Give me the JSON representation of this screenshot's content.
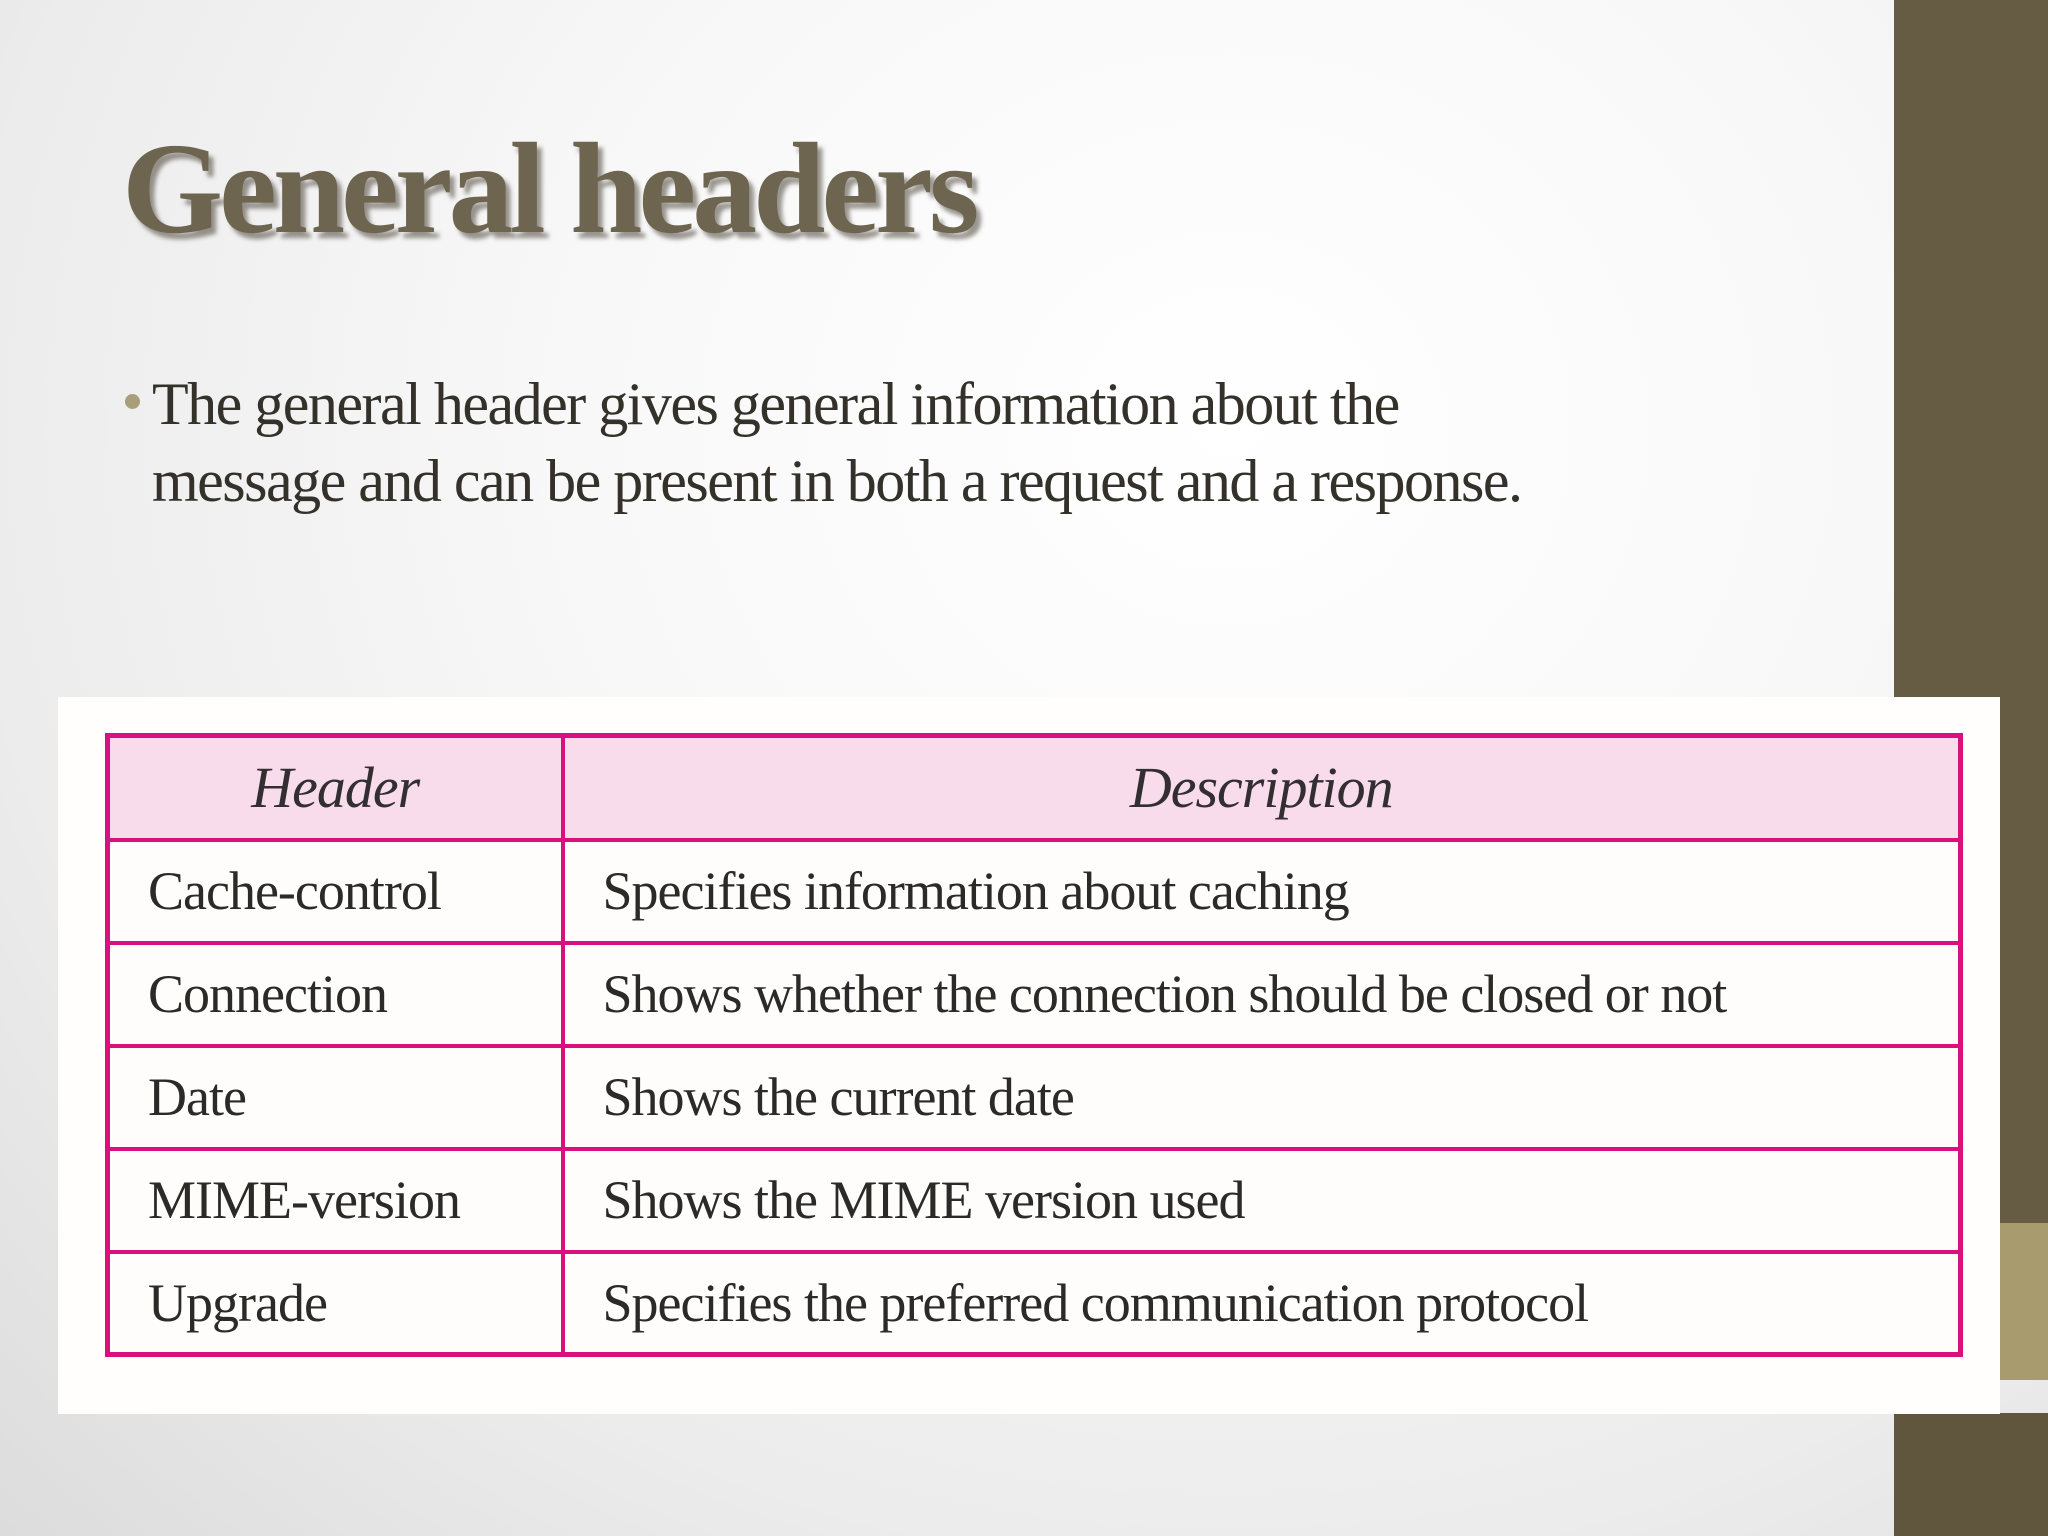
{
  "slide": {
    "title": "General headers",
    "bullet": {
      "marker": "•",
      "line1": "The general header gives general information about the",
      "line2": "message and can be present in both a request and a response."
    },
    "table": {
      "columns": [
        "Header",
        "Description"
      ],
      "rows": [
        {
          "header": "Cache-control",
          "description": "Specifies information about caching"
        },
        {
          "header": "Connection",
          "description": "Shows whether the connection should be closed or not"
        },
        {
          "header": "Date",
          "description": "Shows the current date"
        },
        {
          "header": "MIME-version",
          "description": "Shows the MIME version used"
        },
        {
          "header": "Upgrade",
          "description": "Specifies the preferred communication protocol"
        }
      ]
    },
    "colors": {
      "accent_pink_border": "#d9117e",
      "header_row_bg": "#f8dcec",
      "right_band_brown": "#665c44",
      "right_band_tan": "#a89b6d",
      "bottom_band_brown": "#60563e",
      "title_brown": "#6e6550",
      "bullet_dot_tan": "#a89f78"
    }
  }
}
